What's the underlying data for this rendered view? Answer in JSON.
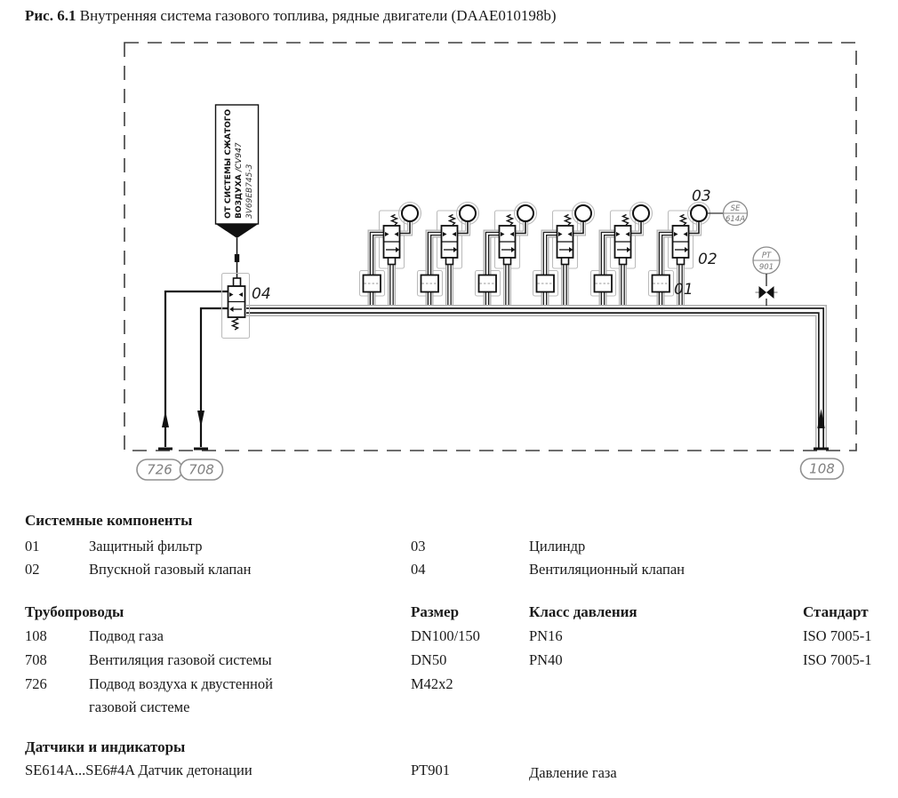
{
  "title": {
    "prefix": "Рис. 6.1",
    "rest": " Внутренняя система газового топлива, рядные двигатели (DAAE010198b)"
  },
  "diagram": {
    "source_box": {
      "line1": "ОТ СИСТЕМЫ СЖАТОГО",
      "line2_bold": "ВОЗДУХА ",
      "line2_italic": "/CV947",
      "line3": "3V69EB745-3"
    },
    "labels": {
      "c01": "01",
      "c02": "02",
      "c03": "03",
      "c04": "04"
    },
    "instruments": {
      "se": {
        "line1": "SE",
        "line2": "614A"
      },
      "pt": {
        "line1": "PT",
        "line2": "901"
      }
    },
    "pipe_tags": {
      "t726": "726",
      "t708": "708",
      "t108": "108"
    }
  },
  "sections": {
    "components": {
      "heading": "Системные компоненты",
      "rows": [
        {
          "num": "01",
          "name": "Защитный фильтр"
        },
        {
          "num": "02",
          "name": "Впускной газовый клапан"
        },
        {
          "num": "03",
          "name": "Цилиндр"
        },
        {
          "num": "04",
          "name": "Вентиляционный клапан"
        }
      ]
    },
    "pipes": {
      "heading": "Трубопроводы",
      "columns": {
        "size": "Размер",
        "pressure_class": "Класс давления",
        "standard": "Стандарт"
      },
      "rows": [
        {
          "num": "108",
          "name": "Подвод газа",
          "name2": "",
          "size": "DN100/150",
          "pclass": "PN16",
          "std": "ISO 7005-1"
        },
        {
          "num": "708",
          "name": "Вентиляция газовой системы",
          "name2": "",
          "size": "DN50",
          "pclass": "PN40",
          "std": "ISO 7005-1"
        },
        {
          "num": "726",
          "name": "Подвод воздуха к двустенной",
          "name2": "газовой системе",
          "size": "M42x2",
          "pclass": "",
          "std": ""
        }
      ]
    },
    "sensors": {
      "heading": "Датчики и индикаторы",
      "row": {
        "code": "SE614A...SE6#4A Датчик детонации",
        "tag": "PT901",
        "desc": "Давление газа"
      }
    }
  },
  "colors": {
    "line": "#1c1c1c",
    "jacket_halo": "#b0b0b0",
    "muted_tag": "#808080",
    "dashed_border": "#3f3f3f"
  }
}
